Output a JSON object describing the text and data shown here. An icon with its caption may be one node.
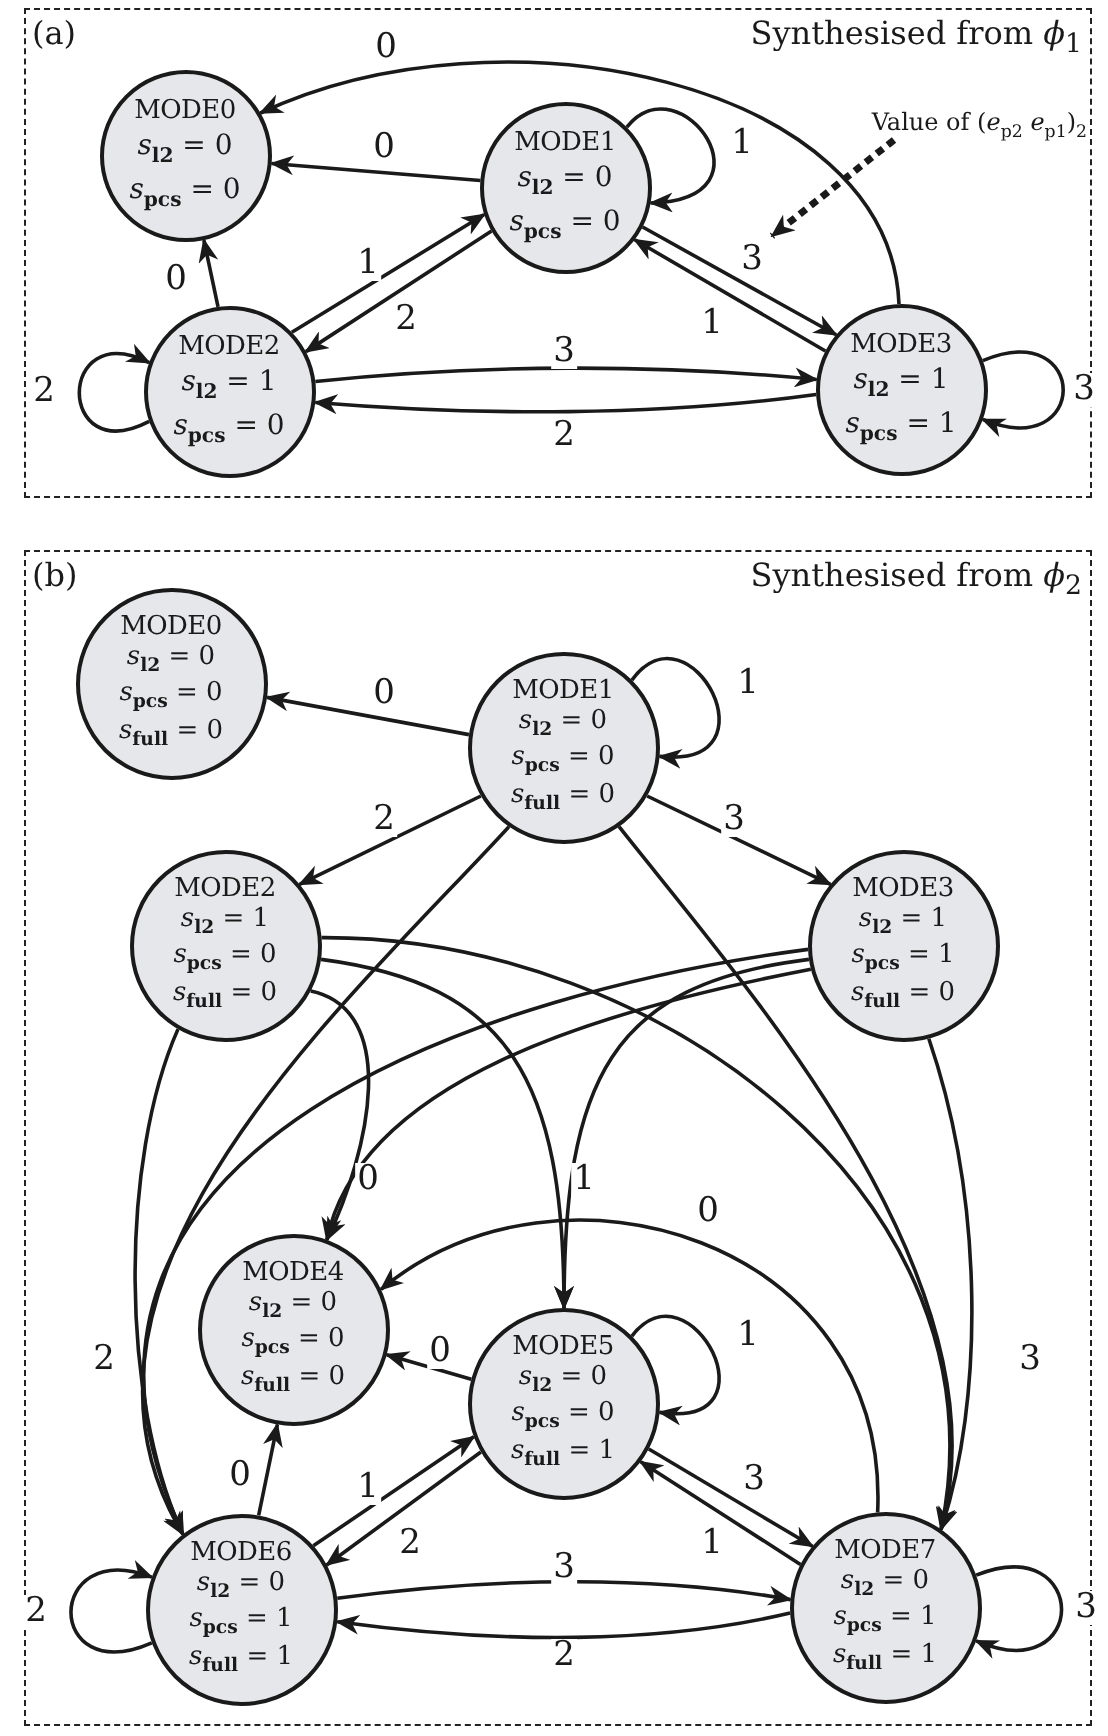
{
  "diagram": {
    "nodes": [
      {
        "text": [
          "(a)",
          "Synthesised from *ϕ*$_{1}$"
        ]
      },
      {
        "text": [
          "MODE0",
          "*s*$_{l2}$ = 0",
          "*s*$_{pcs}$ = 0"
        ],
        "in": 0
      },
      {
        "text": [
          "MODE1",
          "*s*$_{l2}$ = 0",
          "*s*$_{pcs}$ = 0"
        ],
        "in": 0
      },
      {
        "text": [
          "MODE2",
          "*s*$_{l2}$ = 1",
          "*s*$_{pcs}$ = 0"
        ],
        "in": 0
      },
      {
        "text": [
          "MODE3",
          "*s*$_{l2}$ = 1",
          "*s*$_{pcs}$ = 1"
        ],
        "in": 0
      },
      {
        "text": [
          "Value of (*e*$_{p2}$ *e*$_{p1}$)$_{2}$"
        ],
        "in": 0
      },
      {
        "text": [
          "(b)",
          "Synthesised from *ϕ*$_{2}$"
        ]
      },
      {
        "text": [
          "MODE0",
          "*s*$_{l2}$ = 0",
          "*s*$_{pcs}$ = 0",
          "*s*$_{full}$ = 0"
        ],
        "in": 6
      },
      {
        "text": [
          "MODE1",
          "*s*$_{l2}$ = 0",
          "*s*$_{pcs}$ = 0",
          "*s*$_{full}$ = 0"
        ],
        "in": 6
      },
      {
        "text": [
          "MODE2",
          "*s*$_{l2}$ = 1",
          "*s*$_{pcs}$ = 0",
          "*s*$_{full}$ = 0"
        ],
        "in": 6
      },
      {
        "text": [
          "MODE3",
          "*s*$_{l2}$ = 1",
          "*s*$_{pcs}$ = 1",
          "*s*$_{full}$ = 0"
        ],
        "in": 6
      },
      {
        "text": [
          "MODE4",
          "*s*$_{l2}$ = 0",
          "*s*$_{pcs}$ = 0",
          "*s*$_{full}$ = 0"
        ],
        "in": 6
      },
      {
        "text": [
          "MODE5",
          "*s*$_{l2}$ = 0",
          "*s*$_{pcs}$ = 0",
          "*s*$_{full}$ = 1"
        ],
        "in": 6
      },
      {
        "text": [
          "MODE6",
          "*s*$_{l2}$ = 0",
          "*s*$_{pcs}$ = 1",
          "*s*$_{full}$ = 1"
        ],
        "in": 6
      },
      {
        "text": [
          "MODE7",
          "*s*$_{l2}$ = 0",
          "*s*$_{pcs}$ = 1",
          "*s*$_{full}$ = 1"
        ],
        "in": 6
      }
    ],
    "edges": [
      {
        "from": 2,
        "to": 1,
        "arrow": "to",
        "label": "0"
      },
      {
        "from": 4,
        "to": 1,
        "arrow": "to",
        "label": "0"
      },
      {
        "from": 3,
        "to": 1,
        "arrow": "to",
        "label": "0"
      },
      {
        "from": 2,
        "to": 2,
        "arrow": "to",
        "label": "1"
      },
      {
        "from": 3,
        "to": 2,
        "arrow": "to",
        "label": "1"
      },
      {
        "from": 2,
        "to": 3,
        "arrow": "to",
        "label": "2"
      },
      {
        "from": 2,
        "to": 4,
        "arrow": "to",
        "label": "3"
      },
      {
        "from": 4,
        "to": 2,
        "arrow": "to",
        "label": "1"
      },
      {
        "from": 3,
        "to": 4,
        "arrow": "to",
        "label": "3"
      },
      {
        "from": 4,
        "to": 3,
        "arrow": "to",
        "label": "2"
      },
      {
        "from": 3,
        "to": 3,
        "arrow": "to",
        "label": "2"
      },
      {
        "from": 4,
        "to": 4,
        "arrow": "to",
        "label": "3"
      },
      {
        "from": 5,
        "to": null,
        "arrow": "to",
        "style": "dashed"
      },
      {
        "from": 8,
        "to": 7,
        "arrow": "to",
        "label": "0"
      },
      {
        "from": 8,
        "to": 8,
        "arrow": "to",
        "label": "1"
      },
      {
        "from": 8,
        "to": 9,
        "arrow": "to",
        "label": "2"
      },
      {
        "from": 8,
        "to": 10,
        "arrow": "to",
        "label": "3"
      },
      {
        "from": 9,
        "to": 11,
        "arrow": "to",
        "label": "0"
      },
      {
        "from": 10,
        "to": 11,
        "arrow": "to"
      },
      {
        "from": 9,
        "to": 12,
        "arrow": "to",
        "label": "1"
      },
      {
        "from": 10,
        "to": 12,
        "arrow": "to"
      },
      {
        "from": 8,
        "to": 13,
        "arrow": "to"
      },
      {
        "from": 9,
        "to": 13,
        "arrow": "to",
        "label": "2"
      },
      {
        "from": 10,
        "to": 13,
        "arrow": "to"
      },
      {
        "from": 8,
        "to": 14,
        "arrow": "to"
      },
      {
        "from": 9,
        "to": 14,
        "arrow": "to"
      },
      {
        "from": 10,
        "to": 14,
        "arrow": "to",
        "label": "3"
      },
      {
        "from": 12,
        "to": 11,
        "arrow": "to",
        "label": "0"
      },
      {
        "from": 13,
        "to": 11,
        "arrow": "to",
        "label": "0"
      },
      {
        "from": 14,
        "to": 11,
        "arrow": "to",
        "label": "0"
      },
      {
        "from": 12,
        "to": 12,
        "arrow": "to",
        "label": "1"
      },
      {
        "from": 13,
        "to": 12,
        "arrow": "to",
        "label": "1"
      },
      {
        "from": 12,
        "to": 13,
        "arrow": "to",
        "label": "2"
      },
      {
        "from": 12,
        "to": 14,
        "arrow": "to",
        "label": "3"
      },
      {
        "from": 14,
        "to": 12,
        "arrow": "to",
        "label": "1"
      },
      {
        "from": 13,
        "to": 14,
        "arrow": "to",
        "label": "3"
      },
      {
        "from": 14,
        "to": 13,
        "arrow": "to",
        "label": "2"
      },
      {
        "from": 13,
        "to": 13,
        "arrow": "to",
        "label": "2"
      },
      {
        "from": 14,
        "to": 14,
        "arrow": "to",
        "label": "3"
      }
    ]
  }
}
